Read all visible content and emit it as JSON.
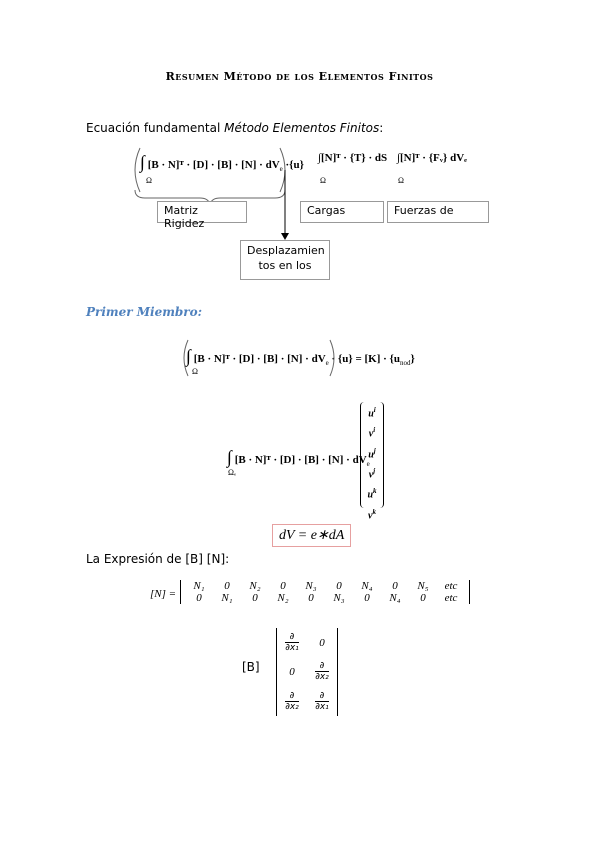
{
  "title": "Resumen Método de los Elementos Finitos",
  "intro": {
    "text": "Ecuación fundamental ",
    "italic": "Método Elementos Finitos",
    "colon": ":"
  },
  "fundamental_eq": {
    "integral": "∫",
    "domain": "Ω",
    "stiffness_term": "[B · N]ᵀ · [D] · [B] · [N] · dV",
    "stiffness_sub": "e",
    "disp": "·{u}",
    "load_term": "∫[N]ᵀ · {T} · dS",
    "body_term": "∫[N]ᵀ · {Fᵥ} dVₑ"
  },
  "labels": {
    "stiffness": "Matriz Rigidez",
    "loads": "Cargas",
    "forces": "Fuerzas de",
    "displacements_line1": "Desplazamien",
    "displacements_line2": "tos en los"
  },
  "primer_miembro": "Primer Miembro:",
  "eq2": {
    "lhs": "[B · N]ᵀ · [D] · [B] · [N] · dV",
    "lhs_sub": "e",
    "rhs": "· {u} = [K] · {u",
    "rhs_sub": "nod",
    "rhs_end": "}"
  },
  "eq3": {
    "term": "[B · N]ᵀ · [D] · [B] · [N] · dV",
    "term_sub": "e",
    "domain": "Ωₑ",
    "vector": [
      "u",
      "v",
      "u",
      "v",
      "u",
      "v"
    ],
    "vector_sup": [
      "i",
      "i",
      "j",
      "j",
      "k",
      "k"
    ]
  },
  "dv_eq": "dV = e∗dA",
  "expression_label": "La Expresión de [B] [N]:",
  "n_matrix": {
    "label": "[N] =",
    "row1": [
      "N₁",
      "0",
      "N₂",
      "0",
      "N₃",
      "0",
      "N₄",
      "0",
      "N₅",
      "etc"
    ],
    "row2": [
      "0",
      "N₁",
      "0",
      "N₂",
      "0",
      "N₃",
      "0",
      "N₄",
      "0",
      "etc"
    ]
  },
  "b_matrix": {
    "label": "[B]",
    "partial": "∂",
    "den_x1": "∂x₁",
    "den_x2": "∂x₂",
    "zero": "0"
  }
}
